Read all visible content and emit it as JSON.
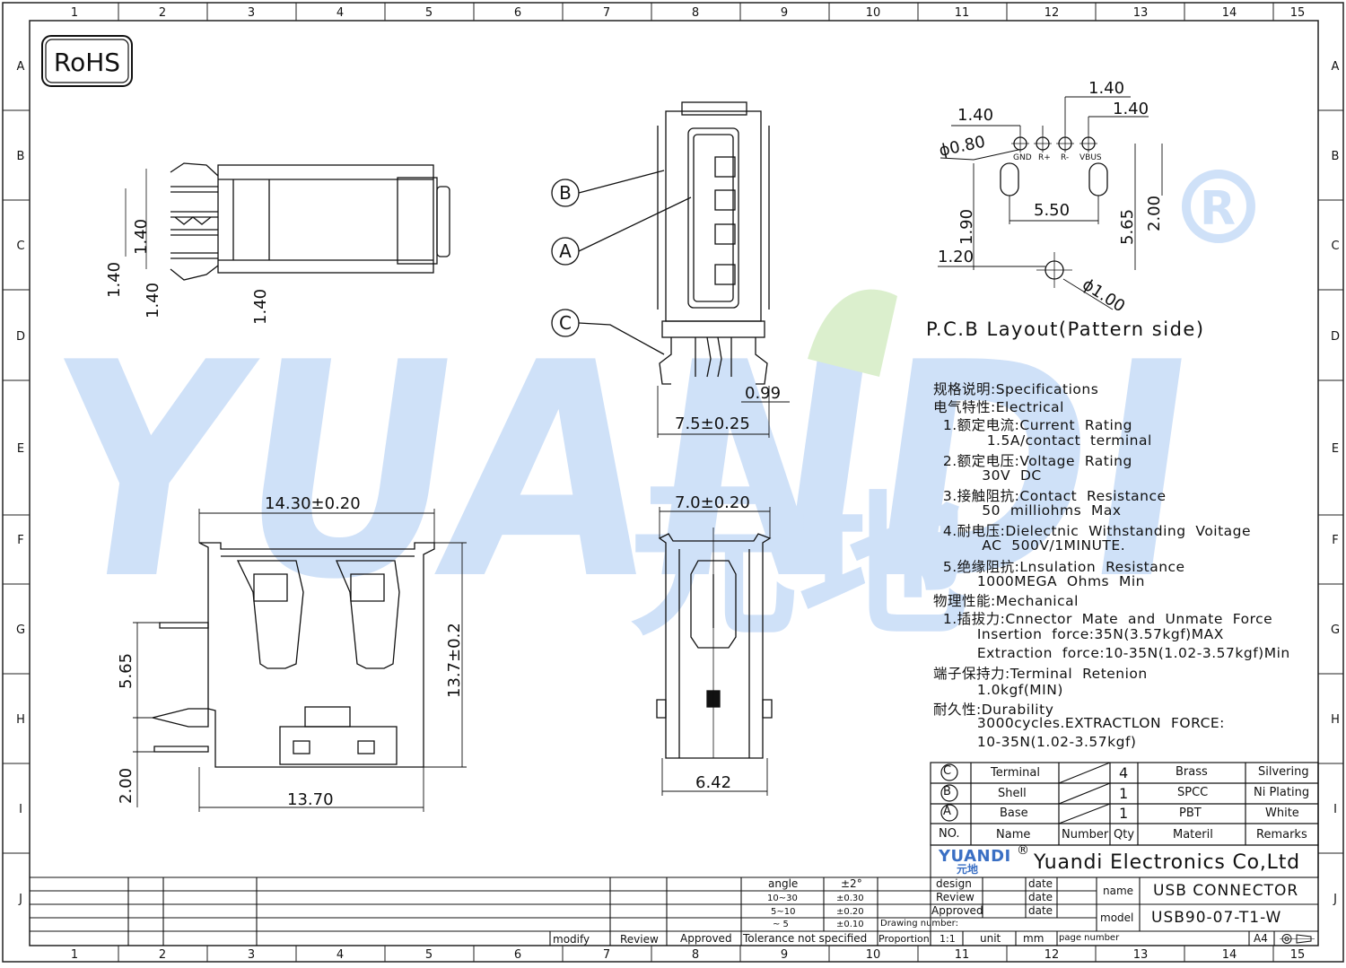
{
  "grid": {
    "cols": [
      "1",
      "2",
      "3",
      "4",
      "5",
      "6",
      "7",
      "8",
      "9",
      "10",
      "11",
      "12",
      "13",
      "14",
      "15"
    ],
    "rows": [
      "A",
      "B",
      "C",
      "D",
      "E",
      "F",
      "G",
      "H",
      "I",
      "J"
    ]
  },
  "rohs": "RoHS",
  "pcb": {
    "title": "P.C.B Layout(Pattern side)",
    "pins": [
      "GND",
      "R+",
      "R-",
      "VBUS"
    ],
    "dims": {
      "d1": "1.40",
      "d2": "1.40",
      "d3": "1.40",
      "hole": "ϕ0.80",
      "d190": "1.90",
      "d550": "5.50",
      "d565": "5.65",
      "d200": "2.00",
      "d120": "1.20",
      "hole2": "ϕ1.00"
    }
  },
  "top_view_dims": {
    "a": "1.40",
    "b": "1.40",
    "c": "1.40",
    "d": "1.40"
  },
  "front_view": {
    "callouts": [
      "B",
      "A",
      "C"
    ],
    "d099": "0.99",
    "width": "7.5±0.25"
  },
  "side_view": {
    "width": "14.30±0.20",
    "height": "13.7±0.2",
    "d565": "5.65",
    "d200": "2.00",
    "bottom": "13.70"
  },
  "rear_view": {
    "width": "7.0±0.20",
    "bottom": "6.42"
  },
  "specs": [
    "规格说明:Specifications",
    "电气特性:Electrical",
    "  1.额定电流:Current  Rating",
    "           1.5A/contact  terminal",
    "  2.额定电压:Voltage  Rating",
    "          30V  DC",
    "  3.接触阻抗:Contact  Resistance",
    "          50  milliohms  Max",
    "  4.耐电压:Dielectnic  Withstanding  Voitage",
    "          AC  500V/1MINUTE.",
    "  5.绝缘阻抗:Lnsulation  Resistance",
    "         1000MEGA  Ohms  Min",
    "物理性能:Mechanical",
    "  1.插拔力:Cnnector  Mate  and  Unmate  Force",
    "         Insertion  force:35N(3.57kgf)MAX",
    "         Extraction  force:10-35N(1.02-3.57kgf)Min",
    "端子保持力:Terminal  Retenion",
    "         1.0kgf(MIN)",
    "耐久性:Durability",
    "         3000cycles.EXTRACTLON  FORCE:",
    "         10-35N(1.02-3.57kgf)"
  ],
  "bom": {
    "rows": [
      {
        "no": "C",
        "name": "Terminal",
        "number": "",
        "qty": "4",
        "material": "Brass",
        "remarks": "Silvering"
      },
      {
        "no": "B",
        "name": "Shell",
        "number": "",
        "qty": "1",
        "material": "SPCC",
        "remarks": "Ni Plating"
      },
      {
        "no": "A",
        "name": "Base",
        "number": "",
        "qty": "1",
        "material": "PBT",
        "remarks": "White"
      }
    ],
    "header": {
      "no": "NO.",
      "name": "Name",
      "number": "Number",
      "qty": "Qty",
      "material": "Materil",
      "remarks": "Remarks"
    }
  },
  "title_block": {
    "logo": "YUANDI",
    "logo_cn": "元地",
    "reg": "®",
    "company": "Yuandi Electronics Co,Ltd",
    "design": "design",
    "review": "Review",
    "approved": "Approved",
    "date": "date",
    "name_label": "name",
    "name_value": "USB  CONNECTOR",
    "model_label": "model",
    "model_value": "USB90-07-T1-W",
    "drawing_number": "Drawing number:",
    "proportion": "Proportion",
    "scale": "1:1",
    "unit": "unit",
    "mm": "mm",
    "page_number": "page number",
    "paper": "A4",
    "tolerance": {
      "angle": "angle",
      "angle_v": "±2°",
      "r1": "10~30",
      "v1": "±0.30",
      "r2": "5~10",
      "v2": "±0.20",
      "r3": "~ 5",
      "v3": "±0.10",
      "not_specified": "Tolerance  not  specified"
    },
    "footer": {
      "modify": "modify",
      "review": "Review",
      "approved": "Approved"
    }
  },
  "watermark": {
    "text": "YUANDI",
    "cn": "元地",
    "reg": "®",
    "blue": "#4f8fe8",
    "green": "#8fd06a"
  }
}
